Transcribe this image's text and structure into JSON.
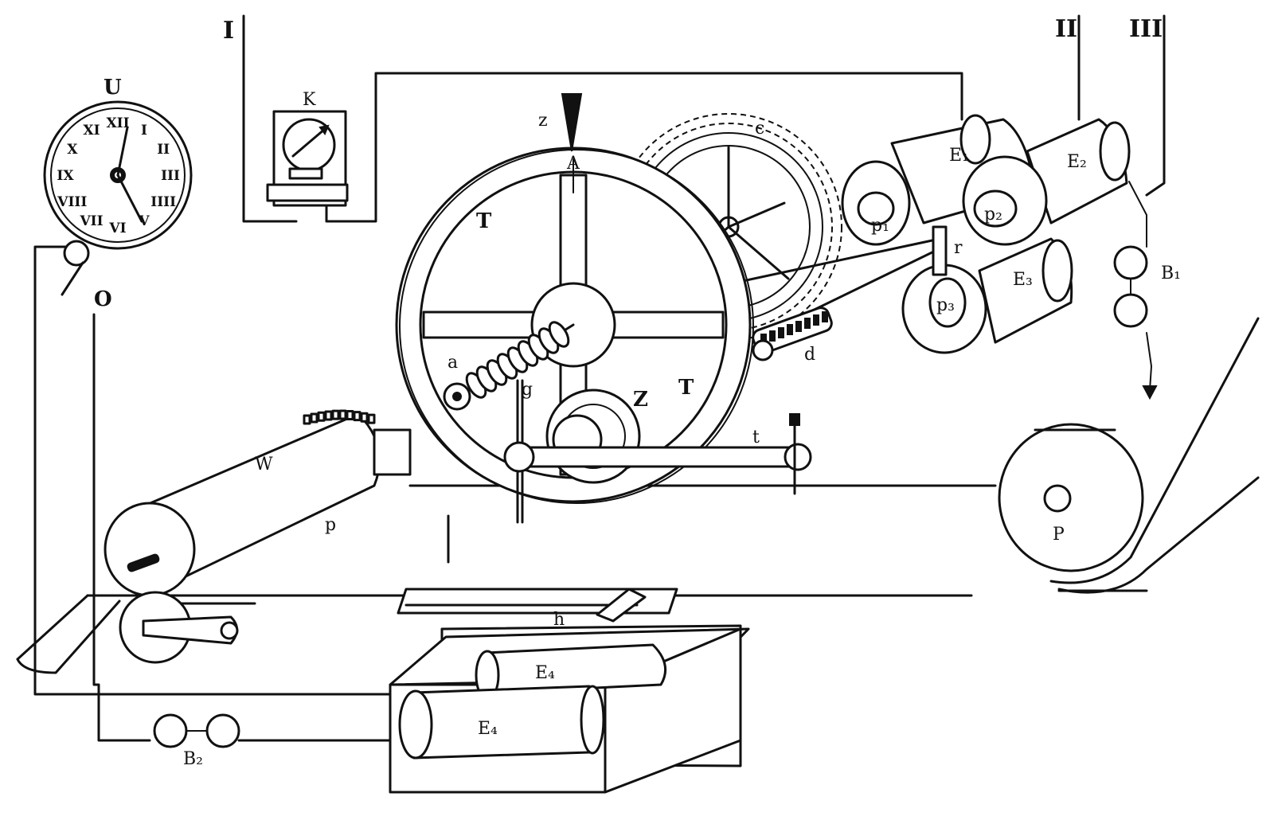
{
  "labels": {
    "clock": "U",
    "contact_O": "O",
    "circuit_I": "I",
    "circuit_II": "II",
    "circuit_III": "III",
    "instrument_K": "K",
    "pointer_z": "z",
    "mark_A": "A",
    "gear_c": "c",
    "wheel_T_upper": "T",
    "wheel_T_lower": "T",
    "screw_a": "a",
    "rod_g": "g",
    "dial_Z": "Z",
    "bar_t": "t",
    "pinion_d": "d",
    "coil_E1": "E₁",
    "coil_E2": "E₂",
    "coil_E3": "E₃",
    "coil_E4_back": "E₄",
    "coil_E4_front": "E₄",
    "pole_p1": "p₁",
    "pole_p2": "p₂",
    "pole_p3": "p₃",
    "lever_r": "r",
    "battery_B1": "B₁",
    "battery_B2": "B₂",
    "roller_W": "W",
    "paper_p": "p",
    "roller_P": "P",
    "lever_h": "h"
  },
  "clock_numerals": [
    "XII",
    "I",
    "II",
    "III",
    "IIII",
    "V",
    "VI",
    "VII",
    "VIII",
    "IX",
    "X",
    "XI"
  ],
  "icons": [
    "clock-icon",
    "galvanometer-icon",
    "battery-icon",
    "electromagnet-icon",
    "gear-icon",
    "crank-icon"
  ],
  "colors": {
    "ink": "#111111",
    "paper": "#ffffff"
  }
}
